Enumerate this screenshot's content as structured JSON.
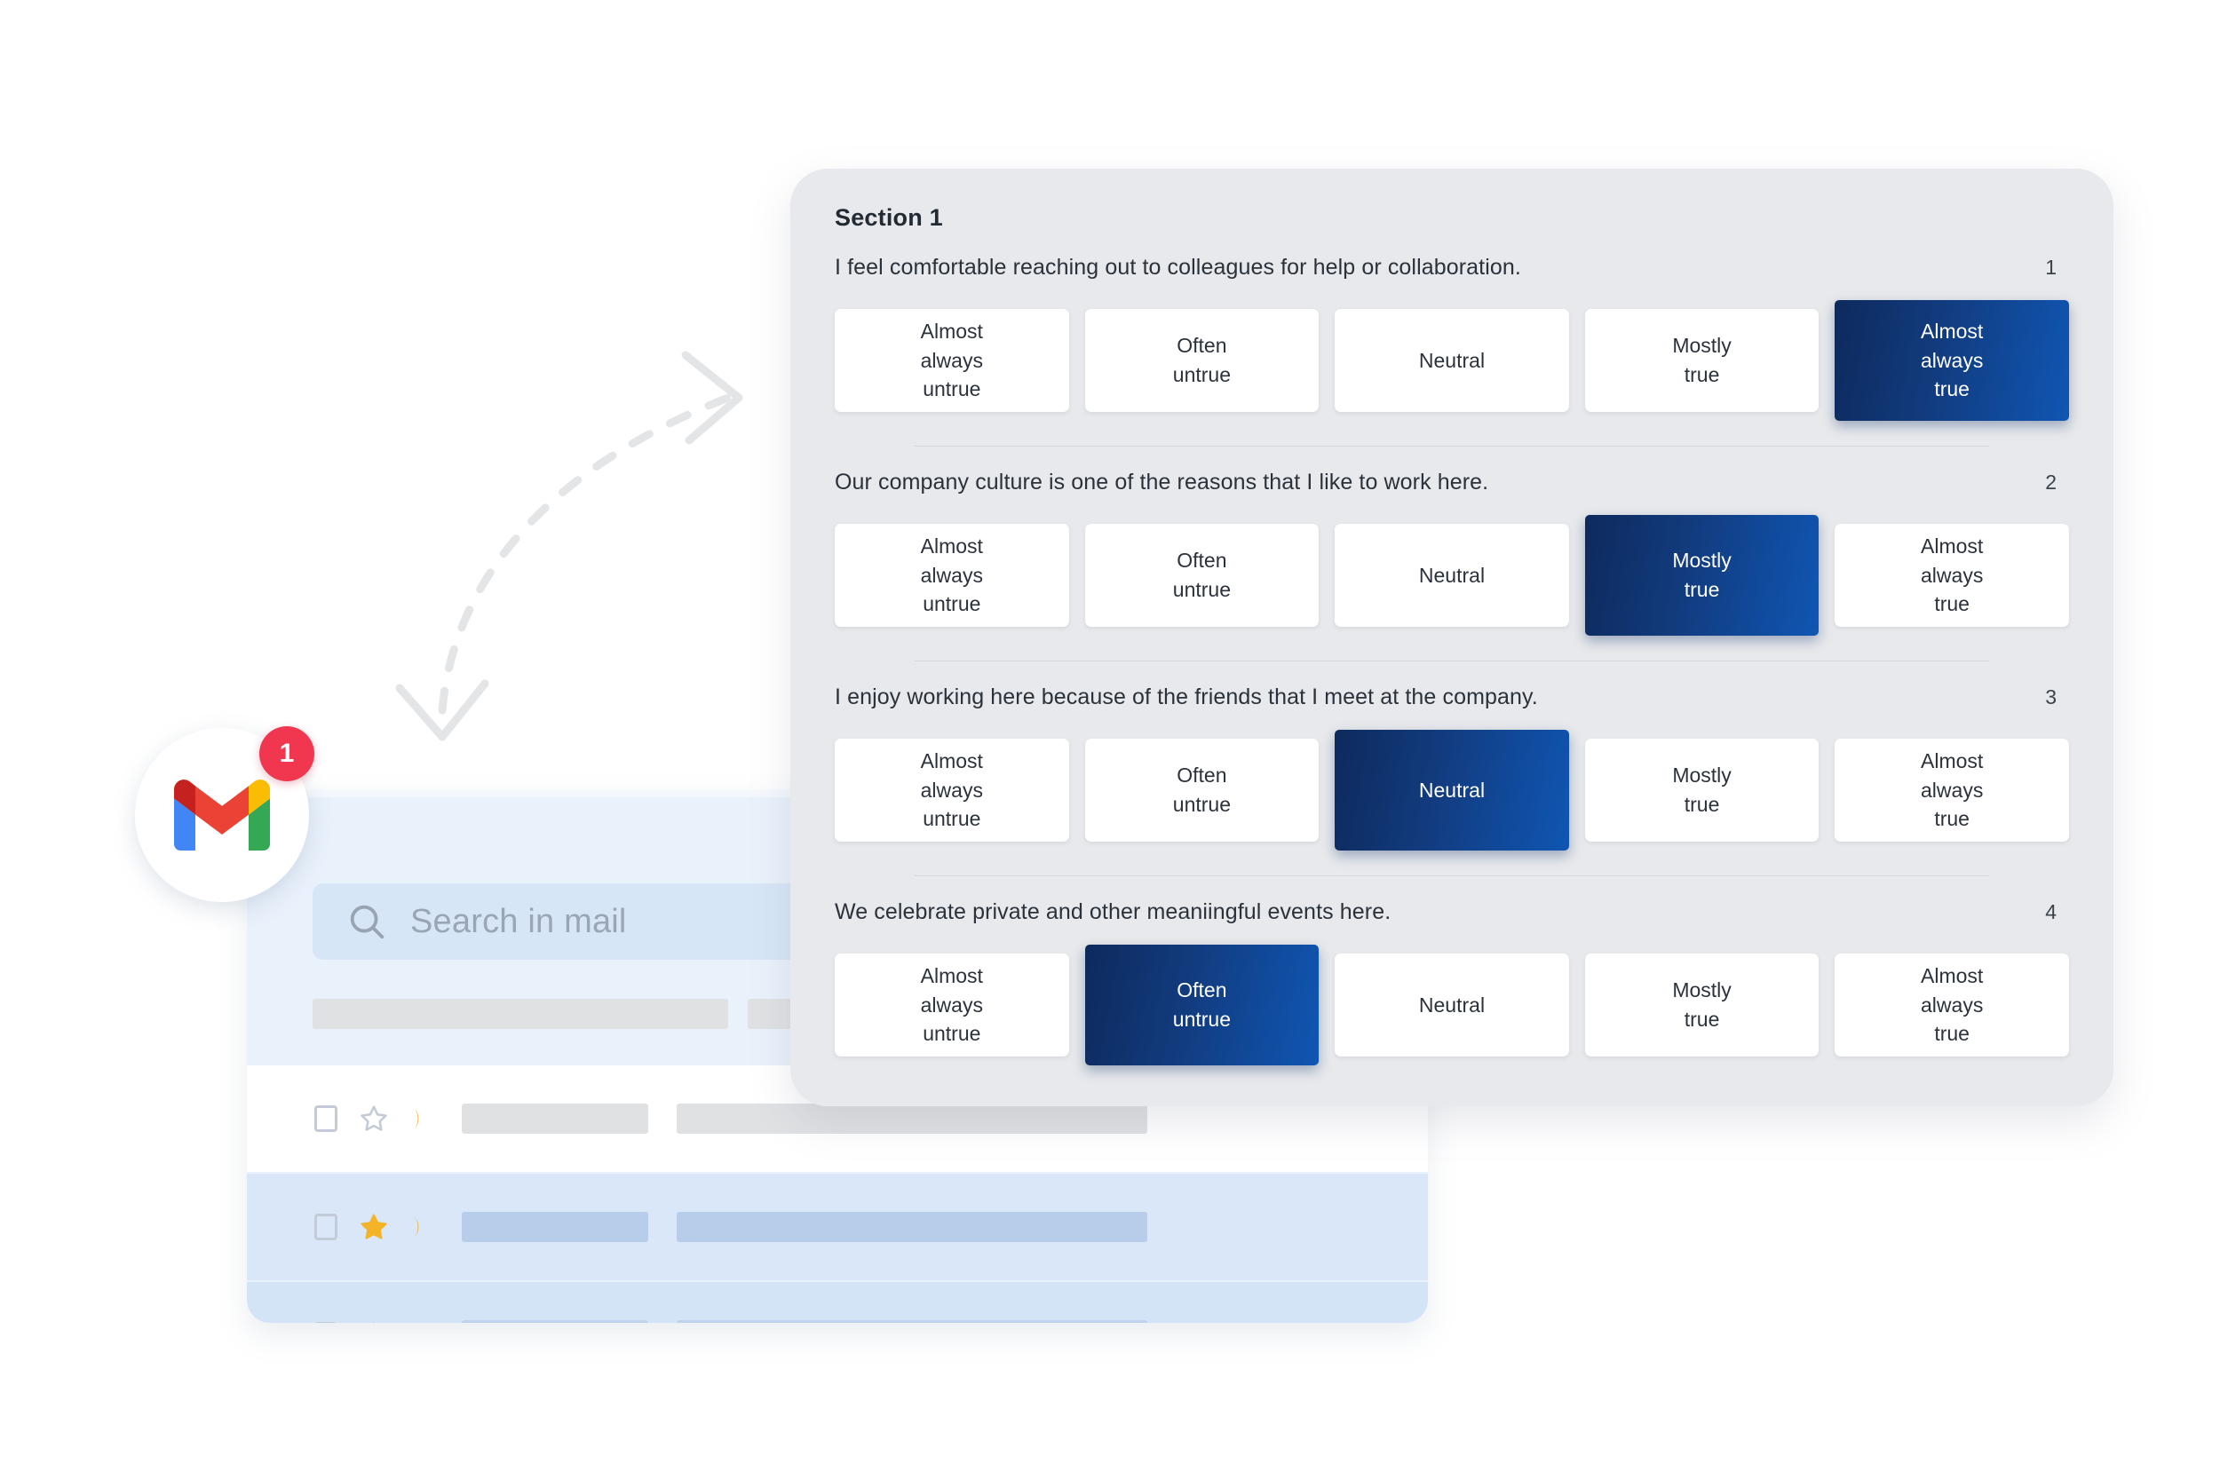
{
  "survey": {
    "section_title": "Section 1",
    "scale_labels": [
      "Almost always untrue",
      "Often untrue",
      "Neutral",
      "Mostly true",
      "Almost always true"
    ],
    "questions": [
      {
        "number": "1",
        "text": "I feel comfortable reaching out to colleagues for help or collaboration.",
        "options": [
          {
            "l1": "Almost",
            "l2": "always",
            "l3": "untrue",
            "selected": false
          },
          {
            "l1": "Often",
            "l2": "untrue",
            "l3": "",
            "selected": false
          },
          {
            "l1": "Neutral",
            "l2": "",
            "l3": "",
            "selected": false
          },
          {
            "l1": "Mostly",
            "l2": "true",
            "l3": "",
            "selected": false
          },
          {
            "l1": "Almost",
            "l2": "always",
            "l3": "true",
            "selected": true
          }
        ],
        "selected_label": "Almost always true"
      },
      {
        "number": "2",
        "text": "Our company culture is one of the reasons that I like to work here.",
        "options": [
          {
            "l1": "Almost",
            "l2": "always",
            "l3": "untrue",
            "selected": false
          },
          {
            "l1": "Often",
            "l2": "untrue",
            "l3": "",
            "selected": false
          },
          {
            "l1": "Neutral",
            "l2": "",
            "l3": "",
            "selected": false
          },
          {
            "l1": "Mostly",
            "l2": "true",
            "l3": "",
            "selected": true
          },
          {
            "l1": "Almost",
            "l2": "always",
            "l3": "true",
            "selected": false
          }
        ],
        "selected_label": "Mostly true"
      },
      {
        "number": "3",
        "text": "I enjoy working here because of the friends that I meet at the company.",
        "options": [
          {
            "l1": "Almost",
            "l2": "always",
            "l3": "untrue",
            "selected": false
          },
          {
            "l1": "Often",
            "l2": "untrue",
            "l3": "",
            "selected": false
          },
          {
            "l1": "Neutral",
            "l2": "",
            "l3": "",
            "selected": true
          },
          {
            "l1": "Mostly",
            "l2": "true",
            "l3": "",
            "selected": false
          },
          {
            "l1": "Almost",
            "l2": "always",
            "l3": "true",
            "selected": false
          }
        ],
        "selected_label": "Neutral"
      },
      {
        "number": "4",
        "text": "We celebrate private and other meaniingful events here.",
        "options": [
          {
            "l1": "Almost",
            "l2": "always",
            "l3": "untrue",
            "selected": false
          },
          {
            "l1": "Often",
            "l2": "untrue",
            "l3": "",
            "selected": true
          },
          {
            "l1": "Neutral",
            "l2": "",
            "l3": "",
            "selected": false
          },
          {
            "l1": "Mostly",
            "l2": "true",
            "l3": "",
            "selected": false
          },
          {
            "l1": "Almost",
            "l2": "always",
            "l3": "true",
            "selected": false
          }
        ],
        "selected_label": "Often untrue"
      }
    ]
  },
  "gmail": {
    "badge_count": "1",
    "search_placeholder": "Search in mail",
    "rows": [
      {
        "starred": false,
        "read": true
      },
      {
        "starred": true,
        "read": false
      },
      {
        "starred": false,
        "read": false
      }
    ]
  },
  "colors": {
    "accent_dark": "#0d2a5c",
    "accent_bright": "#0f56b3",
    "card_bg": "#e7e9ec",
    "gmail_bg": "#e9f1fb",
    "badge_red": "#f0374f",
    "star_yellow": "#f3b427"
  }
}
